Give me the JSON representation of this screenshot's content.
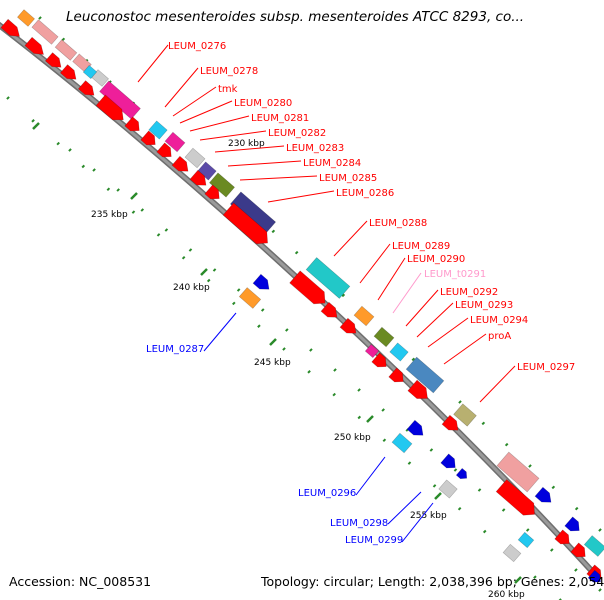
{
  "title": "Leuconostoc mesenteroides subsp. mesenteroides ATCC 8293, co...",
  "accession_text": "Accession: NC_008531",
  "summary_text": "Topology: circular; Length: 2,038,396 bp; Genes: 2,054",
  "colors": {
    "backbone": "#9a9a9a",
    "label_forward": "#ff0000",
    "label_reverse": "#0000ff",
    "label_rna": "#ff99cc",
    "tick": "#2a8a2a",
    "tick_label": "#000000"
  },
  "ticks": [
    {
      "label": "230 kbp"
    },
    {
      "label": "235 kbp"
    },
    {
      "label": "240 kbp"
    },
    {
      "label": "245 kbp"
    },
    {
      "label": "250 kbp"
    },
    {
      "label": "255 kbp"
    },
    {
      "label": "260 kbp"
    }
  ],
  "labels": [
    {
      "text": "LEUM_0276",
      "strand": "forward"
    },
    {
      "text": "LEUM_0278",
      "strand": "forward"
    },
    {
      "text": "tmk",
      "strand": "forward"
    },
    {
      "text": "LEUM_0280",
      "strand": "forward"
    },
    {
      "text": "LEUM_0281",
      "strand": "forward"
    },
    {
      "text": "LEUM_0282",
      "strand": "forward"
    },
    {
      "text": "LEUM_0283",
      "strand": "forward"
    },
    {
      "text": "LEUM_0284",
      "strand": "forward"
    },
    {
      "text": "LEUM_0285",
      "strand": "forward"
    },
    {
      "text": "LEUM_0286",
      "strand": "forward"
    },
    {
      "text": "LEUM_0288",
      "strand": "forward"
    },
    {
      "text": "LEUM_0289",
      "strand": "forward"
    },
    {
      "text": "LEUM_0290",
      "strand": "forward"
    },
    {
      "text": "LEUM_t0291",
      "strand": "rna"
    },
    {
      "text": "LEUM_0292",
      "strand": "forward"
    },
    {
      "text": "LEUM_0293",
      "strand": "forward"
    },
    {
      "text": "LEUM_0294",
      "strand": "forward"
    },
    {
      "text": "proA",
      "strand": "forward"
    },
    {
      "text": "LEUM_0297",
      "strand": "forward"
    },
    {
      "text": "LEUM_0287",
      "strand": "reverse"
    },
    {
      "text": "LEUM_0296",
      "strand": "reverse"
    },
    {
      "text": "LEUM_0298",
      "strand": "reverse"
    },
    {
      "text": "LEUM_0299",
      "strand": "reverse"
    }
  ]
}
